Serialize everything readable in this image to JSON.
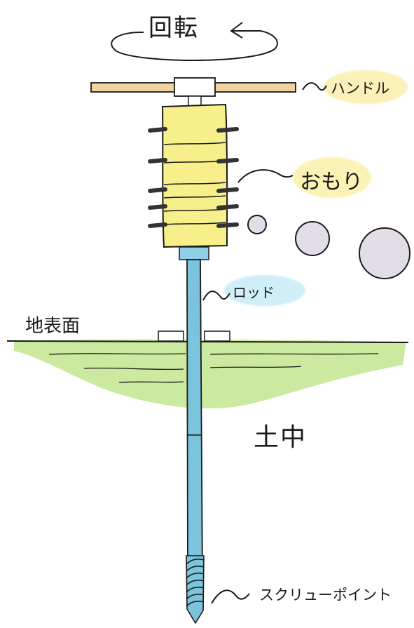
{
  "labels": {
    "rotation": "回転",
    "handle": "ハンドル",
    "weights": "おもり",
    "rod": "ロッド",
    "ground_surface": "地表面",
    "underground": "土中",
    "screw_point": "スクリューポイント"
  },
  "icons": {
    "rotation_arrow": "curved-arrow-icon",
    "label_connector": "tilde-leader-icon"
  },
  "colors": {
    "ink": "#1a1a1a",
    "handle_bar": "#f1d3a0",
    "weights_fill": "#f6ef8a",
    "weight_clamps": "#333333",
    "rod": "#7cc4dc",
    "rod_top_block": "#8fd0e6",
    "ground": "#b9e27f",
    "handle_highlight": "#fbf0b8",
    "weights_highlight": "#fbf3b5",
    "rod_highlight": "#cfeef7",
    "circles": "#e3dde8"
  }
}
